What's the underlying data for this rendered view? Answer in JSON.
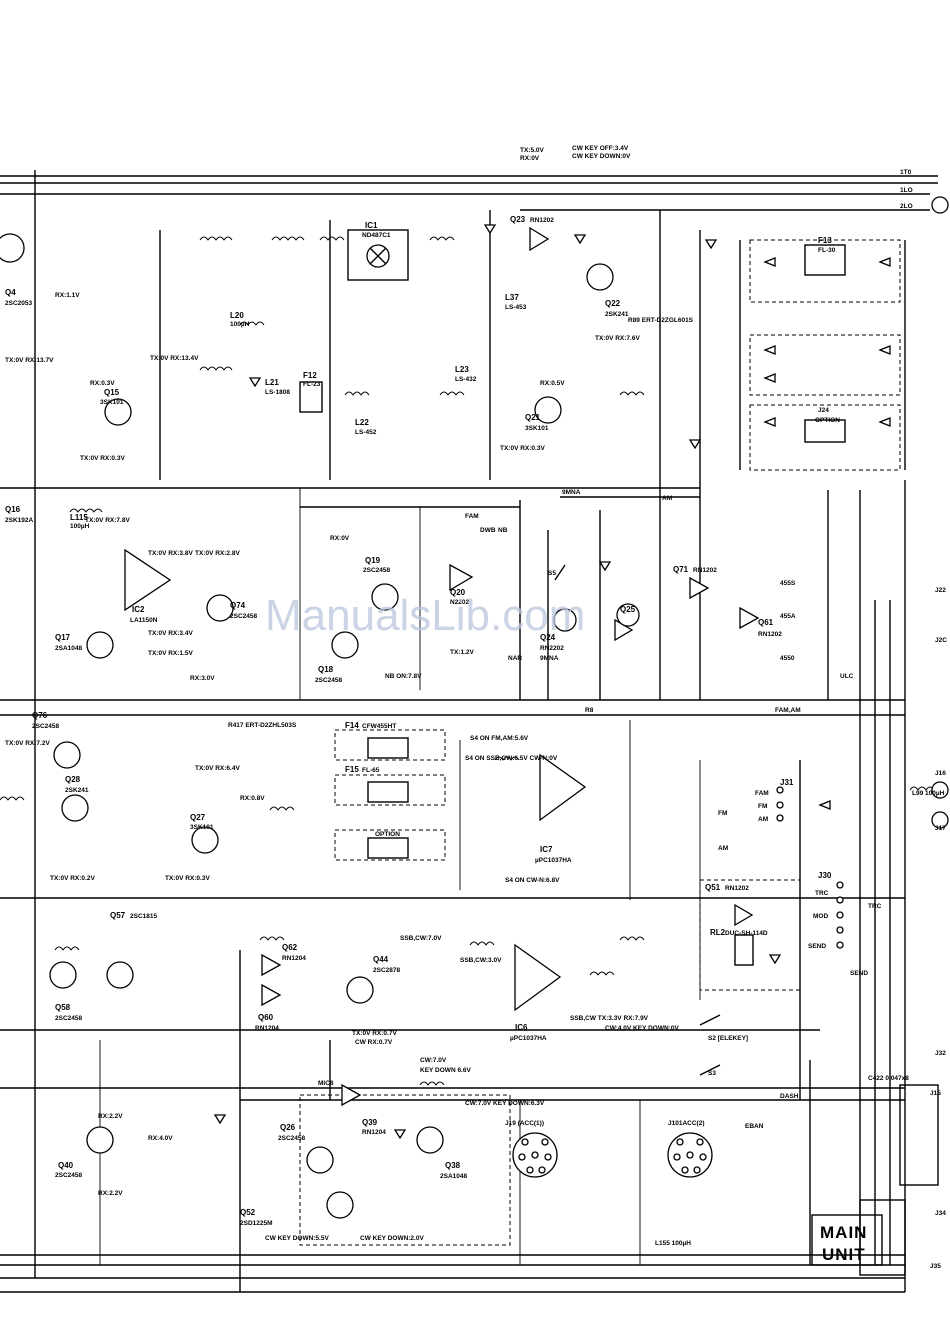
{
  "title": {
    "line1": "MAIN",
    "line2": "UNIT"
  },
  "watermark": "ManualsLib.com",
  "top_notes": {
    "tx_rx": [
      "TX:5.0V",
      "RX:0V"
    ],
    "cw_key": [
      "CW KEY OFF:3.4V",
      "CW KEY DOWN:0V"
    ]
  },
  "rail_labels": [
    "1T0",
    "1LO",
    "2LO",
    "9MNA",
    "FAM",
    "DWB",
    "NB",
    "NAR",
    "9MNA",
    "R8",
    "ULC",
    "FAM,AM",
    "MIC8",
    "DASH",
    "EBAN",
    "TRC",
    "SEND",
    "FM",
    "AM",
    "AM",
    "455S",
    "455A",
    "4550"
  ],
  "components": [
    {
      "ref": "Q4",
      "part": "2SC2053"
    },
    {
      "ref": "Q15",
      "part": "3SK101"
    },
    {
      "ref": "Q16",
      "part": "2SK192A"
    },
    {
      "ref": "Q17",
      "part": "2SA1048"
    },
    {
      "ref": "Q18",
      "part": "2SC2458"
    },
    {
      "ref": "Q19",
      "part": "2SC2458"
    },
    {
      "ref": "Q20",
      "part": "N2202"
    },
    {
      "ref": "Q21",
      "part": "3SK101"
    },
    {
      "ref": "Q22",
      "part": "2SK241"
    },
    {
      "ref": "Q23",
      "part": "RN1202"
    },
    {
      "ref": "Q24",
      "part": "RN2202"
    },
    {
      "ref": "Q25",
      "part": ""
    },
    {
      "ref": "Q26",
      "part": "2SC2458"
    },
    {
      "ref": "Q27",
      "part": "3SK101"
    },
    {
      "ref": "Q28",
      "part": "2SK241"
    },
    {
      "ref": "Q38",
      "part": "2SA1048"
    },
    {
      "ref": "Q39",
      "part": "RN1204"
    },
    {
      "ref": "Q40",
      "part": "2SC2458"
    },
    {
      "ref": "Q44",
      "part": "2SC2878"
    },
    {
      "ref": "Q51",
      "part": "RN1202"
    },
    {
      "ref": "Q52",
      "part": "2SD1225M"
    },
    {
      "ref": "Q57",
      "part": "2SC1815"
    },
    {
      "ref": "Q58",
      "part": "2SC2458"
    },
    {
      "ref": "Q60",
      "part": "RN1204"
    },
    {
      "ref": "Q61",
      "part": "RN1202"
    },
    {
      "ref": "Q62",
      "part": "RN1204"
    },
    {
      "ref": "Q71",
      "part": "RN1202"
    },
    {
      "ref": "Q74",
      "part": "2SC2458"
    },
    {
      "ref": "Q76",
      "part": "2SC2458"
    },
    {
      "ref": "IC1",
      "part": "ND487C1"
    },
    {
      "ref": "IC2",
      "part": "LA1150N"
    },
    {
      "ref": "IC6",
      "part": "µPC1037HA"
    },
    {
      "ref": "IC7",
      "part": "µPC1037HA"
    },
    {
      "ref": "F13",
      "part": "FL-30"
    },
    {
      "ref": "F12",
      "part": "FL-23"
    },
    {
      "ref": "F14",
      "part": "CFW455HT"
    },
    {
      "ref": "F15",
      "part": "FL-65"
    },
    {
      "ref": "RL2",
      "part": "DUC-SH-114D"
    },
    {
      "ref": "L20",
      "part": "100µH"
    },
    {
      "ref": "L21",
      "part": "LS-1808"
    },
    {
      "ref": "L22",
      "part": "LS-452"
    },
    {
      "ref": "L23",
      "part": "LS-432"
    },
    {
      "ref": "L37",
      "part": "LS-453"
    },
    {
      "ref": "L115",
      "part": "100µH"
    }
  ],
  "voltage_notes": [
    "TX:0V RX:13.7V",
    "RX:0.3V",
    "TX:0V RX:0.3V",
    "TX:0V RX:13.4V",
    "TX:0V RX:7.6V",
    "RX:0.5V",
    "TX:0V RX:0.3V",
    "TX:0V RX:7.8V",
    "TX:0V RX:3.8V",
    "TX:0V RX:2.8V",
    "TX:0V RX:3.4V",
    "TX:0V RX:1.5V",
    "RX:3.0V",
    "RX:0V",
    "NB ON:7.8V",
    "TX:1.2V",
    "S4 ON FM,AM:5.6V",
    "S4 ON SSB,CW:6.5V CW-N:0V",
    "S4 ON CW-N:6.8V",
    "SSB,CW:7.0V",
    "SSB,CW:3.0V",
    "TX:0V RX:0.7V",
    "CW RX:0.7V",
    "CW:7.0V",
    "KEY DOWN 6.6V",
    "CW:7.0V KEY DOWN:6.3V",
    "CW:4.0V KEY DOWN:0V",
    "SSB,CW TX:3.3V RX:7.9V",
    "CW KEY DOWN:5.5V",
    "CW KEY DOWN:2.0V",
    "TX:0V RX:7.2V",
    "RX:0.8V",
    "TX:0V RX:6.4V",
    "TX:0V RX:0.2V",
    "TX:0V RX:0.3V",
    "RX:2.2V",
    "RX:4.0V",
    "RX:2.2V",
    "RX:1.1V"
  ],
  "connectors": [
    "J31",
    "J30",
    "J19 (ACC(1))",
    "J101ACC(2)",
    "J24",
    "J15",
    "J16",
    "J17",
    "J22",
    "J32",
    "J34",
    "J35",
    "J2C"
  ],
  "switch_labels": [
    "FAM",
    "FM",
    "AM",
    "TRC",
    "MOD",
    "SEND",
    "S2 [ELEKEY]",
    "S3",
    "S5",
    "OPTION",
    "OPTION"
  ],
  "parts_misc": [
    "C422 0.047x8",
    "L155 100µH",
    "L99 100µH",
    "R417 ERT-D2ZHL503S",
    "R89 ERT-D2ZGL601S"
  ]
}
